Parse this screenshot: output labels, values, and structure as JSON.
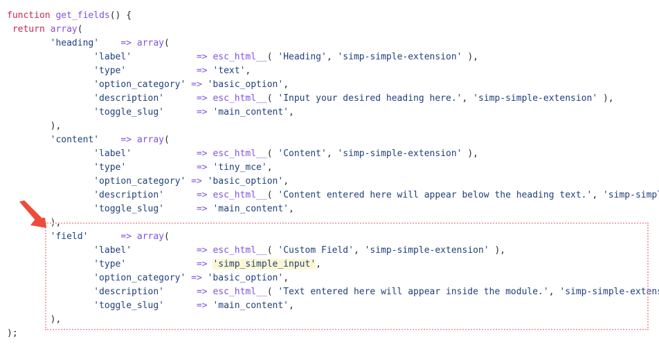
{
  "editor": {
    "language": "php",
    "background_color": "#ffffff",
    "text_color": "#24292e",
    "keyword_color": "#c7254e",
    "function_color": "#8250df",
    "string_color": "#1f3f7a",
    "highlight_color": "#fdf6d3",
    "annotation_color": "#ee4b3c",
    "box_border_color": "#f4a6ae"
  },
  "code": {
    "lines": [
      {
        "indent": 0,
        "tokens": [
          {
            "t": "function",
            "c": "kw"
          },
          {
            "t": " ",
            "c": "punc"
          },
          {
            "t": "get_fields",
            "c": "fn"
          },
          {
            "t": "() {",
            "c": "punc"
          }
        ]
      },
      {
        "indent": 1,
        "tokens": [
          {
            "t": "return ",
            "c": "kw"
          },
          {
            "t": "array",
            "c": "fn"
          },
          {
            "t": "(",
            "c": "punc"
          }
        ]
      },
      {
        "indent": 8,
        "tokens": [
          {
            "t": "'heading'",
            "c": "str"
          },
          {
            "t": "    ",
            "c": "punc"
          },
          {
            "t": "=>",
            "c": "arrow"
          },
          {
            "t": " ",
            "c": "punc"
          },
          {
            "t": "array",
            "c": "fn"
          },
          {
            "t": "(",
            "c": "punc"
          }
        ]
      },
      {
        "indent": 16,
        "tokens": [
          {
            "t": "'label'",
            "c": "str"
          },
          {
            "t": "            ",
            "c": "punc"
          },
          {
            "t": "=>",
            "c": "arrow"
          },
          {
            "t": " ",
            "c": "punc"
          },
          {
            "t": "esc_html__",
            "c": "fn"
          },
          {
            "t": "( ",
            "c": "punc"
          },
          {
            "t": "'Heading'",
            "c": "str"
          },
          {
            "t": ", ",
            "c": "punc"
          },
          {
            "t": "'simp-simple-extension'",
            "c": "str"
          },
          {
            "t": " ),",
            "c": "punc"
          }
        ]
      },
      {
        "indent": 16,
        "tokens": [
          {
            "t": "'type'",
            "c": "str"
          },
          {
            "t": "             ",
            "c": "punc"
          },
          {
            "t": "=>",
            "c": "arrow"
          },
          {
            "t": " ",
            "c": "punc"
          },
          {
            "t": "'text'",
            "c": "str"
          },
          {
            "t": ",",
            "c": "punc"
          }
        ]
      },
      {
        "indent": 16,
        "tokens": [
          {
            "t": "'option_category'",
            "c": "str"
          },
          {
            "t": " ",
            "c": "punc"
          },
          {
            "t": "=>",
            "c": "arrow"
          },
          {
            "t": " ",
            "c": "punc"
          },
          {
            "t": "'basic_option'",
            "c": "str"
          },
          {
            "t": ",",
            "c": "punc"
          }
        ]
      },
      {
        "indent": 16,
        "tokens": [
          {
            "t": "'description'",
            "c": "str"
          },
          {
            "t": "      ",
            "c": "punc"
          },
          {
            "t": "=>",
            "c": "arrow"
          },
          {
            "t": " ",
            "c": "punc"
          },
          {
            "t": "esc_html__",
            "c": "fn"
          },
          {
            "t": "( ",
            "c": "punc"
          },
          {
            "t": "'Input your desired heading here.'",
            "c": "str"
          },
          {
            "t": ", ",
            "c": "punc"
          },
          {
            "t": "'simp-simple-extension'",
            "c": "str"
          },
          {
            "t": " ),",
            "c": "punc"
          }
        ]
      },
      {
        "indent": 16,
        "tokens": [
          {
            "t": "'toggle_slug'",
            "c": "str"
          },
          {
            "t": "      ",
            "c": "punc"
          },
          {
            "t": "=>",
            "c": "arrow"
          },
          {
            "t": " ",
            "c": "punc"
          },
          {
            "t": "'main_content'",
            "c": "str"
          },
          {
            "t": ",",
            "c": "punc"
          }
        ]
      },
      {
        "indent": 8,
        "tokens": [
          {
            "t": "),",
            "c": "punc"
          }
        ]
      },
      {
        "indent": 8,
        "tokens": [
          {
            "t": "'content'",
            "c": "str"
          },
          {
            "t": "    ",
            "c": "punc"
          },
          {
            "t": "=>",
            "c": "arrow"
          },
          {
            "t": " ",
            "c": "punc"
          },
          {
            "t": "array",
            "c": "fn"
          },
          {
            "t": "(",
            "c": "punc"
          }
        ]
      },
      {
        "indent": 16,
        "tokens": [
          {
            "t": "'label'",
            "c": "str"
          },
          {
            "t": "            ",
            "c": "punc"
          },
          {
            "t": "=>",
            "c": "arrow"
          },
          {
            "t": " ",
            "c": "punc"
          },
          {
            "t": "esc_html__",
            "c": "fn"
          },
          {
            "t": "( ",
            "c": "punc"
          },
          {
            "t": "'Content'",
            "c": "str"
          },
          {
            "t": ", ",
            "c": "punc"
          },
          {
            "t": "'simp-simple-extension'",
            "c": "str"
          },
          {
            "t": " ),",
            "c": "punc"
          }
        ]
      },
      {
        "indent": 16,
        "tokens": [
          {
            "t": "'type'",
            "c": "str"
          },
          {
            "t": "             ",
            "c": "punc"
          },
          {
            "t": "=>",
            "c": "arrow"
          },
          {
            "t": " ",
            "c": "punc"
          },
          {
            "t": "'tiny_mce'",
            "c": "str"
          },
          {
            "t": ",",
            "c": "punc"
          }
        ]
      },
      {
        "indent": 16,
        "tokens": [
          {
            "t": "'option_category'",
            "c": "str"
          },
          {
            "t": " ",
            "c": "punc"
          },
          {
            "t": "=>",
            "c": "arrow"
          },
          {
            "t": " ",
            "c": "punc"
          },
          {
            "t": "'basic_option'",
            "c": "str"
          },
          {
            "t": ",",
            "c": "punc"
          }
        ]
      },
      {
        "indent": 16,
        "tokens": [
          {
            "t": "'description'",
            "c": "str"
          },
          {
            "t": "      ",
            "c": "punc"
          },
          {
            "t": "=>",
            "c": "arrow"
          },
          {
            "t": " ",
            "c": "punc"
          },
          {
            "t": "esc_html__",
            "c": "fn"
          },
          {
            "t": "( ",
            "c": "punc"
          },
          {
            "t": "'Content entered here will appear below the heading text.'",
            "c": "str"
          },
          {
            "t": ", ",
            "c": "punc"
          },
          {
            "t": "'simp-simple-extension'",
            "c": "str"
          },
          {
            "t": " ),",
            "c": "punc"
          }
        ]
      },
      {
        "indent": 16,
        "tokens": [
          {
            "t": "'toggle_slug'",
            "c": "str"
          },
          {
            "t": "      ",
            "c": "punc"
          },
          {
            "t": "=>",
            "c": "arrow"
          },
          {
            "t": " ",
            "c": "punc"
          },
          {
            "t": "'main_content'",
            "c": "str"
          },
          {
            "t": ",",
            "c": "punc"
          }
        ]
      },
      {
        "indent": 8,
        "tokens": [
          {
            "t": "),",
            "c": "punc"
          }
        ]
      },
      {
        "indent": 8,
        "tokens": [
          {
            "t": "'field'",
            "c": "str"
          },
          {
            "t": "      ",
            "c": "punc"
          },
          {
            "t": "=>",
            "c": "arrow"
          },
          {
            "t": " ",
            "c": "punc"
          },
          {
            "t": "array",
            "c": "fn"
          },
          {
            "t": "(",
            "c": "punc"
          }
        ]
      },
      {
        "indent": 16,
        "tokens": [
          {
            "t": "'label'",
            "c": "str"
          },
          {
            "t": "            ",
            "c": "punc"
          },
          {
            "t": "=>",
            "c": "arrow"
          },
          {
            "t": " ",
            "c": "punc"
          },
          {
            "t": "esc_html__",
            "c": "fn"
          },
          {
            "t": "( ",
            "c": "punc"
          },
          {
            "t": "'Custom Field'",
            "c": "str"
          },
          {
            "t": ", ",
            "c": "punc"
          },
          {
            "t": "'simp-simple-extension'",
            "c": "str"
          },
          {
            "t": " ),",
            "c": "punc"
          }
        ]
      },
      {
        "indent": 16,
        "tokens": [
          {
            "t": "'type'",
            "c": "str"
          },
          {
            "t": "             ",
            "c": "punc"
          },
          {
            "t": "=>",
            "c": "arrow"
          },
          {
            "t": " ",
            "c": "punc"
          },
          {
            "t": "'simp_simple_input'",
            "c": "str hl"
          },
          {
            "t": ",",
            "c": "punc"
          }
        ]
      },
      {
        "indent": 16,
        "tokens": [
          {
            "t": "'option_category'",
            "c": "str"
          },
          {
            "t": " ",
            "c": "punc"
          },
          {
            "t": "=>",
            "c": "arrow"
          },
          {
            "t": " ",
            "c": "punc"
          },
          {
            "t": "'basic_option'",
            "c": "str"
          },
          {
            "t": ",",
            "c": "punc"
          }
        ]
      },
      {
        "indent": 16,
        "tokens": [
          {
            "t": "'description'",
            "c": "str"
          },
          {
            "t": "      ",
            "c": "punc"
          },
          {
            "t": "=>",
            "c": "arrow"
          },
          {
            "t": " ",
            "c": "punc"
          },
          {
            "t": "esc_html__",
            "c": "fn"
          },
          {
            "t": "( ",
            "c": "punc"
          },
          {
            "t": "'Text entered here will appear inside the module.'",
            "c": "str"
          },
          {
            "t": ", ",
            "c": "punc"
          },
          {
            "t": "'simp-simple-extension'",
            "c": "str"
          },
          {
            "t": " ),",
            "c": "punc"
          }
        ]
      },
      {
        "indent": 16,
        "tokens": [
          {
            "t": "'toggle_slug'",
            "c": "str"
          },
          {
            "t": "      ",
            "c": "punc"
          },
          {
            "t": "=>",
            "c": "arrow"
          },
          {
            "t": " ",
            "c": "punc"
          },
          {
            "t": "'main_content'",
            "c": "str"
          },
          {
            "t": ",",
            "c": "punc"
          }
        ]
      },
      {
        "indent": 8,
        "tokens": [
          {
            "t": "),",
            "c": "punc"
          }
        ]
      },
      {
        "indent": 0,
        "tokens": [
          {
            "t": ");",
            "c": "punc"
          }
        ]
      }
    ]
  },
  "annotations": {
    "arrow": {
      "name": "red-arrow-pointer",
      "color": "#ee4b3c",
      "points_to": "'field' => array("
    },
    "highlight_box": {
      "name": "field-block-outline",
      "border_color": "#f4a6ae",
      "border_style": "dotted",
      "encloses": "'field' => array( ... ),"
    },
    "text_highlight": {
      "name": "type-value-highlight",
      "color": "#fdf6d3",
      "text": "'simp_simple_input'"
    }
  }
}
